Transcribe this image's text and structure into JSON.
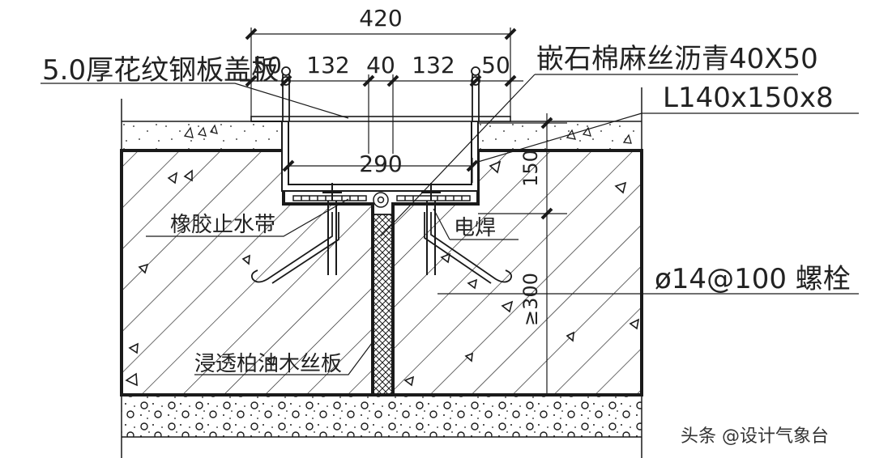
{
  "dimensions": {
    "total_width": "420",
    "seg_50_left": "50",
    "seg_132_left": "132",
    "seg_40": "40",
    "seg_132_right": "132",
    "seg_50_right": "50",
    "inner_width": "290",
    "depth_150": "150",
    "anchor_300": "≥300"
  },
  "labels": {
    "cover_plate": "5.0厚花纹钢板盖板",
    "asbestos_fill": "嵌石棉麻丝沥青40X50",
    "angle_steel": "L140x150x8",
    "rubber_waterstop": "橡胶止水带",
    "electric_weld": "电焊",
    "bolt": "ø14@100 螺栓",
    "fiberboard": "浸透柏油木丝板"
  },
  "watermark": {
    "text": "头条 @设计气象台"
  },
  "colors": {
    "line": "#1a1a1a",
    "background": "#ffffff"
  }
}
